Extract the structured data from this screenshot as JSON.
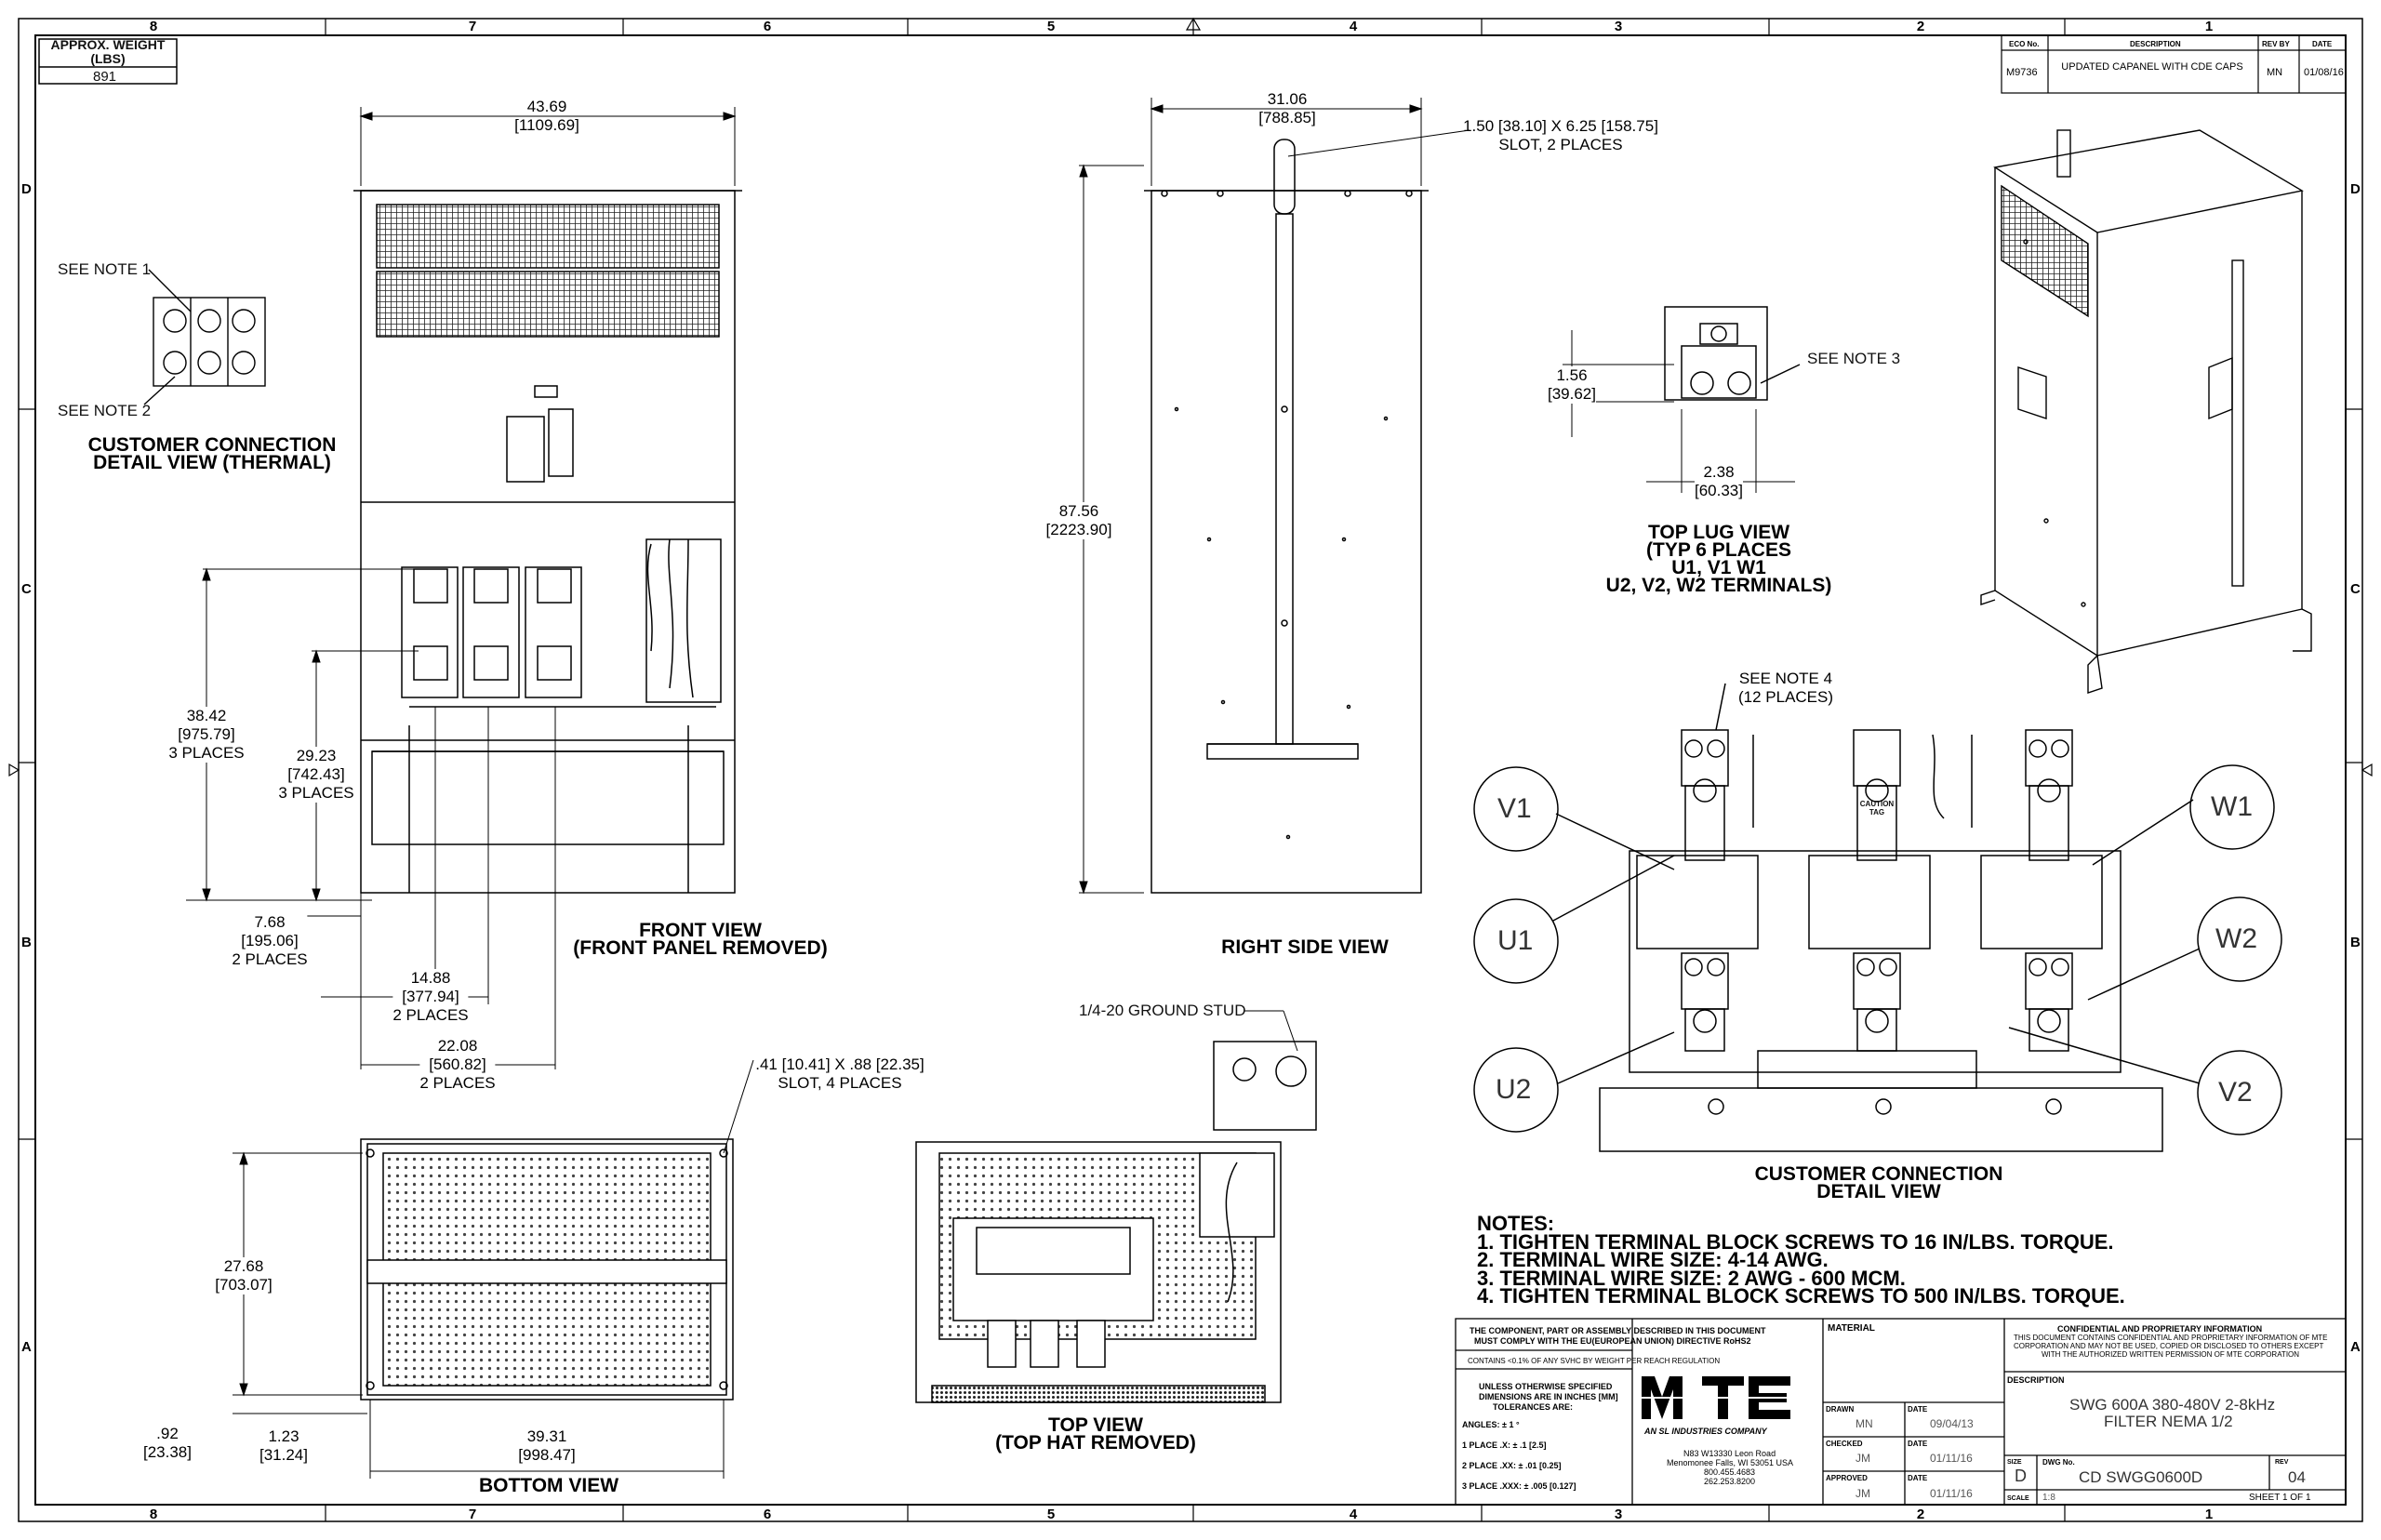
{
  "weight_box": {
    "label": "APPROX. WEIGHT (LBS)",
    "value": "891"
  },
  "zones": {
    "columns": [
      "8",
      "7",
      "6",
      "5",
      "4",
      "3",
      "2",
      "1"
    ],
    "rows": [
      "D",
      "C",
      "B",
      "A"
    ]
  },
  "revision_block": {
    "headers": [
      "ECO No.",
      "DESCRIPTION",
      "REV BY",
      "DATE"
    ],
    "eco": "M9736",
    "description": "UPDATED CAPANEL WITH CDE CAPS",
    "rev_by": "MN",
    "date": "01/08/16"
  },
  "views": {
    "connection_thermal": {
      "title_line1": "CUSTOMER CONNECTION",
      "title_line2": "DETAIL VIEW (THERMAL)",
      "note1": "SEE NOTE 1",
      "note2": "SEE NOTE 2"
    },
    "front": {
      "title_line1": "FRONT VIEW",
      "title_line2": "(FRONT PANEL REMOVED)",
      "width": "43.69",
      "width_mm": "[1109.69]",
      "h1": "38.42",
      "h1_mm": "[975.79]",
      "h1_note": "3 PLACES",
      "h2": "29.23",
      "h2_mm": "[742.43]",
      "h2_note": "3 PLACES",
      "d1": "7.68",
      "d1_mm": "[195.06]",
      "d1_note": "2 PLACES",
      "d2": "14.88",
      "d2_mm": "[377.94]",
      "d2_note": "2 PLACES",
      "d3": "22.08",
      "d3_mm": "[560.82]",
      "d3_note": "2 PLACES"
    },
    "side": {
      "title": "RIGHT SIDE VIEW",
      "width": "31.06",
      "width_mm": "[788.85]",
      "height": "87.56",
      "height_mm": "[2223.90]",
      "slot_line1": "1.50 [38.10] X 6.25 [158.75]",
      "slot_line2": "SLOT, 2 PLACES"
    },
    "top_lug": {
      "title_line1": "TOP LUG VIEW",
      "title_line2": "(TYP 6 PLACES",
      "title_line3": "U1, V1 W1",
      "title_line4": "U2, V2, W2 TERMINALS)",
      "h": "1.56",
      "h_mm": "[39.62]",
      "w": "2.38",
      "w_mm": "[60.33]",
      "note": "SEE NOTE 3"
    },
    "connection_detail": {
      "title_line1": "CUSTOMER CONNECTION",
      "title_line2": "DETAIL VIEW",
      "note_line1": "SEE NOTE 4",
      "note_line2": "(12 PLACES)",
      "terminals": [
        "V1",
        "U1",
        "U2",
        "W1",
        "W2",
        "V2"
      ],
      "caution": "CAUTION TAG"
    },
    "bottom": {
      "title": "BOTTOM VIEW",
      "slot_line1": ".41 [10.41] X .88 [22.35]",
      "slot_line2": "SLOT, 4 PLACES",
      "h": "27.68",
      "h_mm": "[703.07]",
      "d1": ".92",
      "d1_mm": "[23.38]",
      "d2": "1.23",
      "d2_mm": "[31.24]",
      "w": "39.31",
      "w_mm": "[998.47]"
    },
    "top": {
      "title_line1": "TOP VIEW",
      "title_line2": "(TOP HAT REMOVED)",
      "ground": "1/4-20 GROUND STUD"
    }
  },
  "notes": {
    "heading": "NOTES:",
    "items": [
      "1.  TIGHTEN TERMINAL BLOCK SCREWS TO 16 IN/LBS. TORQUE.",
      "2.  TERMINAL WIRE SIZE: 4-14 AWG.",
      "3.  TERMINAL WIRE SIZE: 2 AWG - 600 MCM.",
      "4.  TIGHTEN TERMINAL BLOCK SCREWS TO 500 IN/LBS. TORQUE."
    ]
  },
  "title_block": {
    "compliance_line1": "THE COMPONENT, PART OR ASSEMBLY DESCRIBED IN THIS DOCUMENT",
    "compliance_line2": "MUST COMPLY WITH THE EU(EUROPEAN UNION) DIRECTIVE RoHS2",
    "reach": "CONTAINS <0.1% OF ANY SVHC BY WEIGHT PER REACH REGULATION",
    "tol_line1": "UNLESS OTHERWISE SPECIFIED",
    "tol_line2": "DIMENSIONS ARE IN INCHES [MM]",
    "tol_line3": "TOLERANCES ARE:",
    "angles": "ANGLES: ± 1 °",
    "place1": "1 PLACE .X: ± .1 [2.5]",
    "place2": "2 PLACE .XX: ± .01 [0.25]",
    "place3": "3 PLACE .XXX: ± .005 [0.127]",
    "logo": "MTE",
    "logo_sub": "AN SL INDUSTRIES COMPANY",
    "addr1": "N83 W13330 Leon Road",
    "addr2": "Menomonee Falls, WI 53051 USA",
    "addr3": "800.455.4683",
    "addr4": "262.253.8200",
    "material": "MATERIAL",
    "drawn_label": "DRAWN",
    "drawn": "MN",
    "drawn_date_label": "DATE",
    "drawn_date": "09/04/13",
    "checked_label": "CHECKED",
    "checked": "JM",
    "checked_date_label": "DATE",
    "checked_date": "01/11/16",
    "approved_label": "APPROVED",
    "approved": "JM",
    "approved_date_label": "DATE",
    "approved_date": "01/11/16",
    "conf_title": "CONFIDENTIAL AND PROPRIETARY INFORMATION",
    "conf_line1": "THIS DOCUMENT CONTAINS CONFIDENTIAL AND PROPRIETARY INFORMATION OF MTE",
    "conf_line2": "CORPORATION AND MAY NOT BE USED, COPIED OR DISCLOSED TO OTHERS EXCEPT",
    "conf_line3": "WITH THE AUTHORIZED WRITTEN PERMISSION OF MTE CORPORATION",
    "desc_label": "DESCRIPTION",
    "desc_line1": "SWG 600A 380-480V 2-8kHz",
    "desc_line2": "FILTER NEMA 1/2",
    "size_label": "SIZE",
    "size": "D",
    "dwg_label": "DWG No.",
    "dwg": "CD SWGG0600D",
    "rev_label": "REV",
    "rev": "04",
    "scale_label": "SCALE",
    "scale": "1:8",
    "sheet": "SHEET 1  OF 1"
  }
}
